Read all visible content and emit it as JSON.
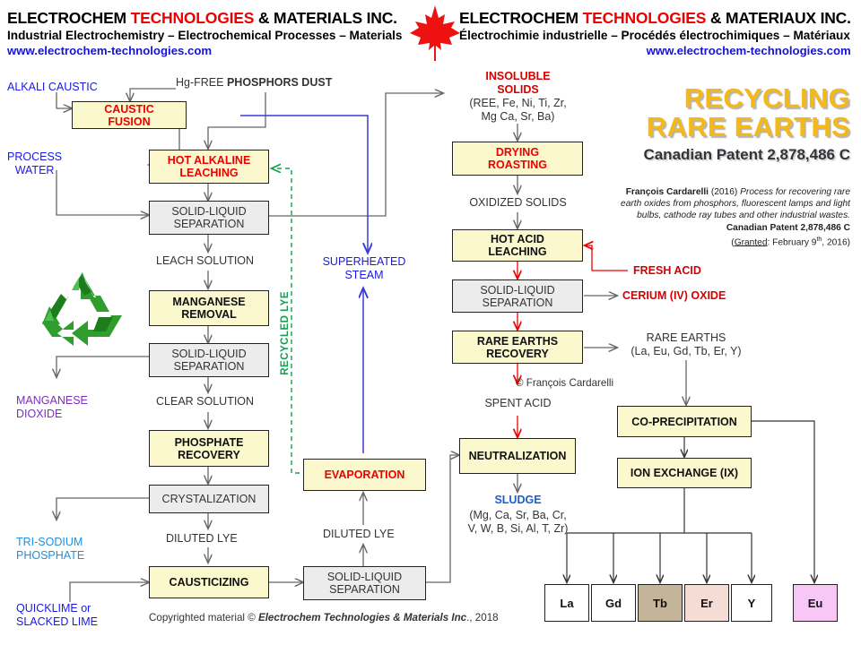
{
  "header": {
    "left": {
      "company_prefix": "ELECTROCHEM ",
      "company_mid": "TECHNOLOGIES",
      "company_suffix": " & MATERIALS INC.",
      "tagline": "Industrial Electrochemistry – Electrochemical Processes – Materials",
      "website": "www.electrochem-technologies.com"
    },
    "right": {
      "company_prefix": "ELECTROCHEM ",
      "company_mid": "TECHNOLOGIES",
      "company_suffix": " & MATERIAUX INC.",
      "tagline": "Électrochimie industrielle – Procédés électrochimiques – Matériaux",
      "website": "www.electrochem-technologies.com"
    },
    "flag_icon": "canadian-maple-leaf"
  },
  "title": {
    "line1": "RECYCLING",
    "line2": "RARE EARTHS",
    "patent": "Canadian Patent 2,878,486 C",
    "citation": {
      "author": "François Cardarelli",
      "year": "(2016)",
      "work": "Process for recovering rare earth oxides from phosphors, fluorescent lamps and light bulbs, cathode ray tubes and other industrial wastes.",
      "patent": "Canadian Patent 2,878,486 C",
      "granted_prefix": "(",
      "granted_label": "Granted",
      "granted_value": ": February 9",
      "granted_sup": "th",
      "granted_suffix": ", 2016)"
    }
  },
  "nodes": {
    "caustic_fusion": "CAUSTIC\nFUSION",
    "caustic_fusion_l1": "CAUSTIC",
    "caustic_fusion_l2": "FUSION",
    "hot_alkaline_l1": "HOT ALKALINE",
    "hot_alkaline_l2": "LEACHING",
    "sls1_l1": "SOLID-LIQUID",
    "sls1_l2": "SEPARATION",
    "manganese_l1": "MANGANESE",
    "manganese_l2": "REMOVAL",
    "sls2_l1": "SOLID-LIQUID",
    "sls2_l2": "SEPARATION",
    "phosphate_l1": "PHOSPHATE",
    "phosphate_l2": "RECOVERY",
    "crystalization": "CRYSTALIZATION",
    "causticizing": "CAUSTICIZING",
    "sls3_l1": "SOLID-LIQUID",
    "sls3_l2": "SEPARATION",
    "evaporation": "EVAPORATION",
    "drying_l1": "DRYING",
    "drying_l2": "ROASTING",
    "hot_acid_l1": "HOT ACID",
    "hot_acid_l2": "LEACHING",
    "sls4_l1": "SOLID-LIQUID",
    "sls4_l2": "SEPARATION",
    "ree_recovery_l1": "RARE EARTHS",
    "ree_recovery_l2": "RECOVERY",
    "neutralization": "NEUTRALIZATION",
    "coprecipitation": "CO-PRECIPITATION",
    "ion_exchange": "ION EXCHANGE  (IX)"
  },
  "streams": {
    "alkali_caustic": "ALKALI CAUSTIC",
    "hg_free_prefix": "Hg-FREE ",
    "hg_free_bold": "PHOSPHORS DUST",
    "process_water_l1": "PROCESS",
    "process_water_l2": "WATER",
    "leach_solution": "LEACH SOLUTION",
    "clear_solution": "CLEAR SOLUTION",
    "diluted_lye_left": "DILUTED  LYE",
    "diluted_lye_mid": "DILUTED  LYE",
    "manganese_dioxide_l1": "MANGANESE",
    "manganese_dioxide_l2": "DIOXIDE",
    "trisodium_l1": "TRI-SODIUM",
    "trisodium_l2": "PHOSPHATE",
    "quicklime_l1": "QUICKLIME  or",
    "quicklime_l2": "SLACKED LIME",
    "superheated_l1": "SUPERHEATED",
    "superheated_l2": "STEAM",
    "recycled_lye": "RECYCLED  LYE",
    "insoluble_l1": "INSOLUBLE",
    "insoluble_l2": "SOLIDS",
    "insoluble_l3": "(REE, Fe, Ni, Ti, Zr,",
    "insoluble_l4": "Mg Ca, Sr, Ba)",
    "oxidized_solids": "OXIDIZED  SOLIDS",
    "fresh_acid": "FRESH ACID",
    "cerium_oxide": "CERIUM  (IV) OXIDE",
    "rare_earths_l1": "RARE  EARTHS",
    "rare_earths_l2": "(La, Eu, Gd, Tb, Er, Y)",
    "spent_acid": "SPENT ACID",
    "sludge": "SLUDGE",
    "sludge_l2": "(Mg, Ca, Sr, Ba, Cr,",
    "sludge_l3": "V, W, B, Si, Al, T, Zr)",
    "copyright_inline": "© François Cardarelli"
  },
  "elements": [
    {
      "symbol": "La",
      "color": "#ffffff"
    },
    {
      "symbol": "Gd",
      "color": "#ffffff"
    },
    {
      "symbol": "Tb",
      "color": "#c4b49a"
    },
    {
      "symbol": "Er",
      "color": "#f5ddd6"
    },
    {
      "symbol": "Y",
      "color": "#ffffff"
    },
    {
      "symbol": "Eu",
      "color": "#f7c8f5"
    }
  ],
  "footer": {
    "prefix": "Copyrighted material © ",
    "company": "Electrochem Technologies & Materials Inc",
    "suffix": "., 2018"
  },
  "colors": {
    "box_yellow": "#fbf8cd",
    "box_gray": "#ececec",
    "red": "#ee0000",
    "blue": "#1a1ae0",
    "green": "#12a04a",
    "title_gold": "#f5b917"
  }
}
